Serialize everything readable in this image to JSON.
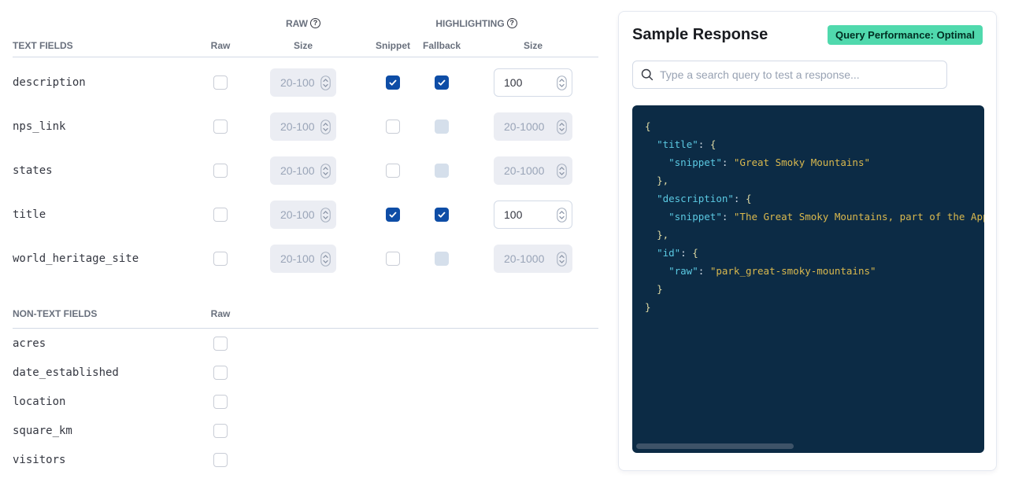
{
  "colors": {
    "checkbox_checked": "#0e4da6",
    "checkbox_disabled": "#d5dfeb",
    "badge_bg": "#50d9ad",
    "badge_text": "#002e22",
    "code_bg": "#0c2b45",
    "code_key": "#5bc9e2",
    "code_string": "#d9b84e",
    "code_brace": "#ded9a3",
    "header_text": "#69707d"
  },
  "field_config_table": {
    "group_headers": {
      "raw": "RAW",
      "highlighting": "HIGHLIGHTING"
    },
    "help_icon_glyph": "?",
    "text_section_header": "TEXT FIELDS",
    "non_text_section_header": "NON-TEXT FIELDS",
    "columns": {
      "raw": "Raw",
      "raw_size": "Size",
      "snippet": "Snippet",
      "fallback": "Fallback",
      "highlight_size": "Size"
    },
    "non_text_columns": {
      "raw": "Raw"
    },
    "size_placeholder": "20-1000",
    "text_fields": [
      {
        "name": "description",
        "raw_checked": false,
        "raw_size_value": "",
        "raw_size_disabled": true,
        "snippet_checked": true,
        "fallback_checked": true,
        "fallback_disabled": false,
        "highlight_size_value": "100",
        "highlight_size_disabled": false
      },
      {
        "name": "nps_link",
        "raw_checked": false,
        "raw_size_value": "",
        "raw_size_disabled": true,
        "snippet_checked": false,
        "fallback_checked": false,
        "fallback_disabled": true,
        "highlight_size_value": "",
        "highlight_size_disabled": true
      },
      {
        "name": "states",
        "raw_checked": false,
        "raw_size_value": "",
        "raw_size_disabled": true,
        "snippet_checked": false,
        "fallback_checked": false,
        "fallback_disabled": true,
        "highlight_size_value": "",
        "highlight_size_disabled": true
      },
      {
        "name": "title",
        "raw_checked": false,
        "raw_size_value": "",
        "raw_size_disabled": true,
        "snippet_checked": true,
        "fallback_checked": true,
        "fallback_disabled": false,
        "highlight_size_value": "100",
        "highlight_size_disabled": false
      },
      {
        "name": "world_heritage_site",
        "raw_checked": false,
        "raw_size_value": "",
        "raw_size_disabled": true,
        "snippet_checked": false,
        "fallback_checked": false,
        "fallback_disabled": true,
        "highlight_size_value": "",
        "highlight_size_disabled": true
      }
    ],
    "non_text_fields": [
      {
        "name": "acres",
        "raw_checked": false
      },
      {
        "name": "date_established",
        "raw_checked": false
      },
      {
        "name": "location",
        "raw_checked": false
      },
      {
        "name": "square_km",
        "raw_checked": false
      },
      {
        "name": "visitors",
        "raw_checked": false
      }
    ]
  },
  "sample_response": {
    "title": "Sample Response",
    "badge": "Query Performance: Optimal",
    "search_placeholder": "Type a search query to test a response...",
    "code_lines": [
      [
        {
          "c": "b",
          "t": "{"
        }
      ],
      [
        {
          "c": "c",
          "t": "  "
        },
        {
          "c": "k",
          "t": "\"title\""
        },
        {
          "c": "c",
          "t": ": "
        },
        {
          "c": "b",
          "t": "{"
        }
      ],
      [
        {
          "c": "c",
          "t": "    "
        },
        {
          "c": "k",
          "t": "\"snippet\""
        },
        {
          "c": "c",
          "t": ": "
        },
        {
          "c": "s",
          "t": "\"Great Smoky Mountains\""
        }
      ],
      [
        {
          "c": "c",
          "t": "  "
        },
        {
          "c": "b",
          "t": "},"
        }
      ],
      [
        {
          "c": "c",
          "t": "  "
        },
        {
          "c": "k",
          "t": "\"description\""
        },
        {
          "c": "c",
          "t": ": "
        },
        {
          "c": "b",
          "t": "{"
        }
      ],
      [
        {
          "c": "c",
          "t": "    "
        },
        {
          "c": "k",
          "t": "\"snippet\""
        },
        {
          "c": "c",
          "t": ": "
        },
        {
          "c": "s",
          "t": "\"The Great Smoky Mountains, part of the Appa"
        }
      ],
      [
        {
          "c": "c",
          "t": "  "
        },
        {
          "c": "b",
          "t": "},"
        }
      ],
      [
        {
          "c": "c",
          "t": "  "
        },
        {
          "c": "k",
          "t": "\"id\""
        },
        {
          "c": "c",
          "t": ": "
        },
        {
          "c": "b",
          "t": "{"
        }
      ],
      [
        {
          "c": "c",
          "t": "    "
        },
        {
          "c": "k",
          "t": "\"raw\""
        },
        {
          "c": "c",
          "t": ": "
        },
        {
          "c": "s",
          "t": "\"park_great-smoky-mountains\""
        }
      ],
      [
        {
          "c": "c",
          "t": "  "
        },
        {
          "c": "b",
          "t": "}"
        }
      ],
      [
        {
          "c": "b",
          "t": "}"
        }
      ]
    ]
  }
}
